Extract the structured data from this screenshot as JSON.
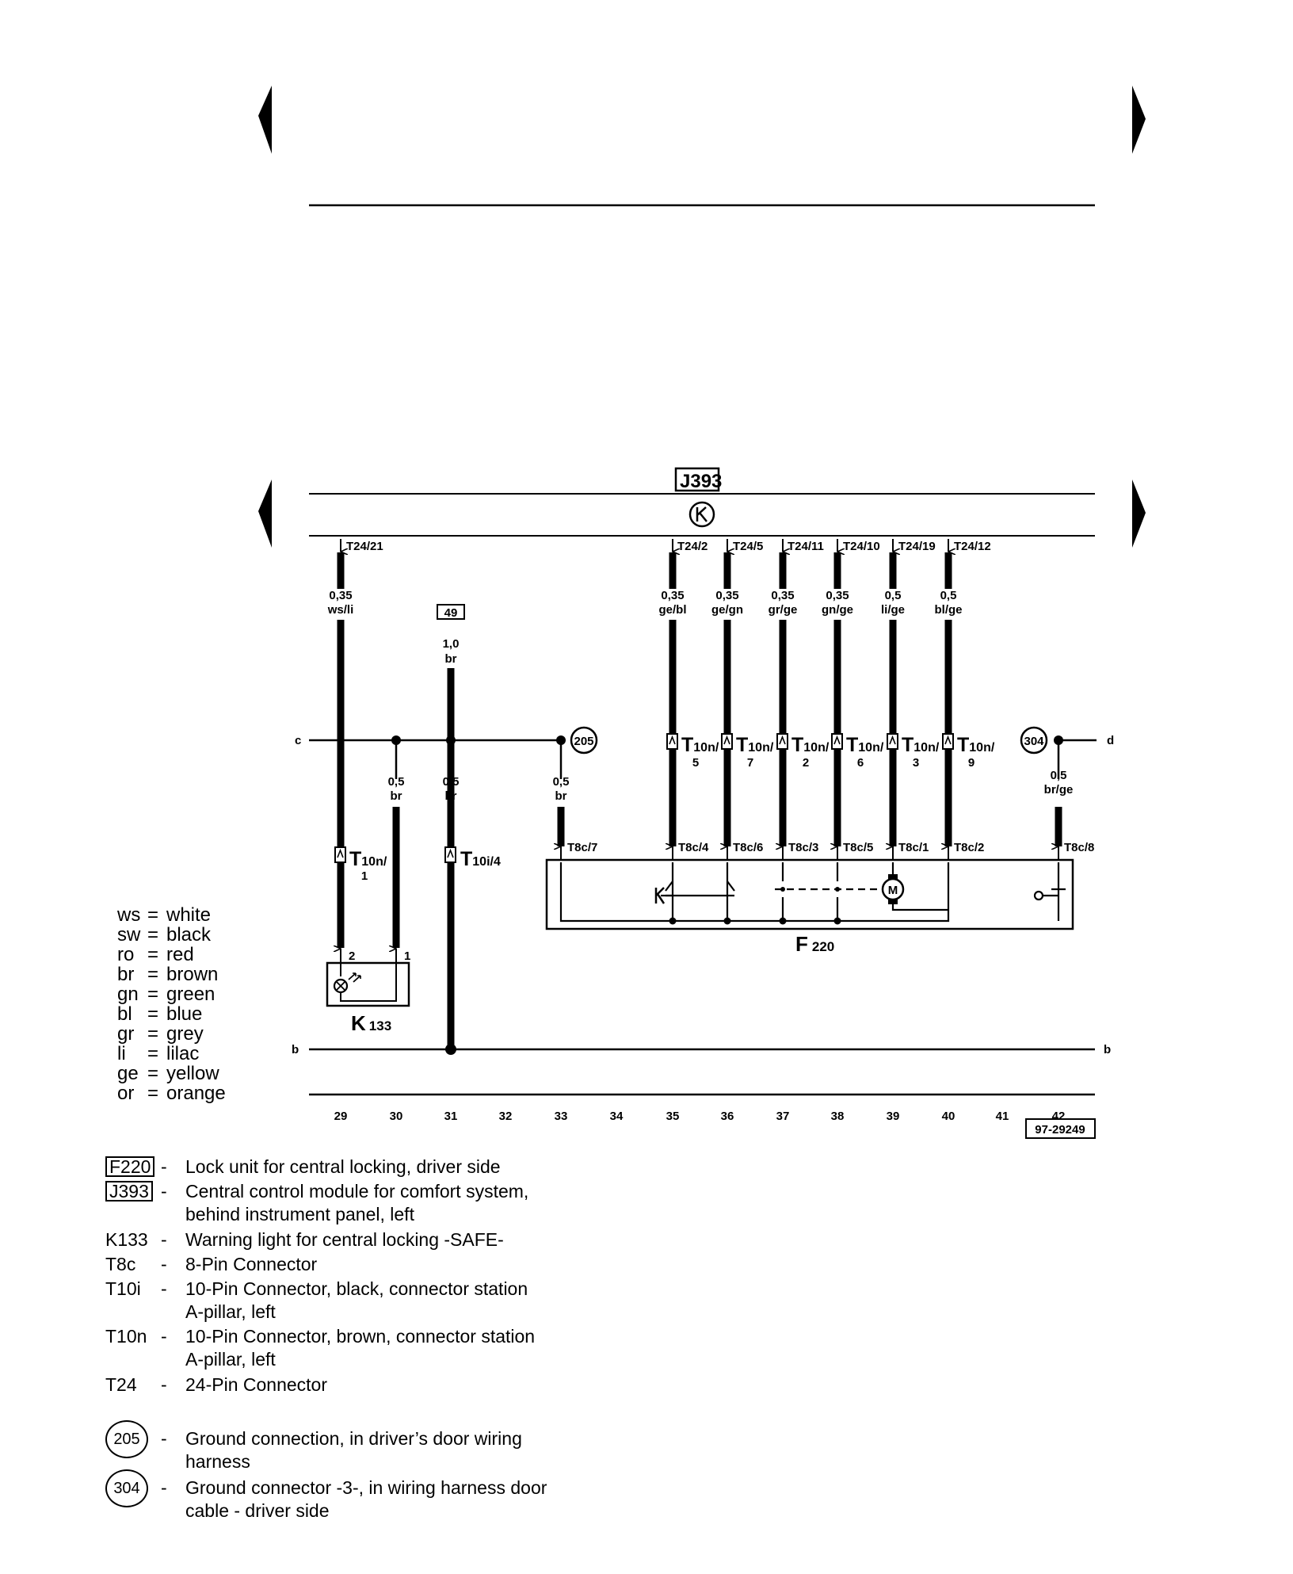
{
  "diagram": {
    "components": {
      "J393": "J393",
      "F220_a": "F",
      "F220_b": "220",
      "K133_a": "K",
      "K133_b": "133",
      "box49": "49",
      "ref": "97-29249",
      "motor": "M"
    },
    "grounds": {
      "g205": "205",
      "g304": "304"
    },
    "edge_labels": {
      "c": "c",
      "d": "d",
      "b": "b"
    },
    "t24": [
      "T24/21",
      "T24/2",
      "T24/5",
      "T24/11",
      "T24/10",
      "T24/19",
      "T24/12"
    ],
    "wires": {
      "w29": {
        "size": "0,35",
        "color": "ws/li"
      },
      "w31": {
        "size": "1,0",
        "color": "br"
      },
      "w35": {
        "size": "0,35",
        "color": "ge/bl"
      },
      "w36": {
        "size": "0,35",
        "color": "ge/gn"
      },
      "w37": {
        "size": "0,35",
        "color": "gr/ge"
      },
      "w38": {
        "size": "0,35",
        "color": "gn/ge"
      },
      "w39": {
        "size": "0,5",
        "color": "li/ge"
      },
      "w40": {
        "size": "0,5",
        "color": "bl/ge"
      },
      "w30b": {
        "size": "0,5",
        "color": "br"
      },
      "w31b": {
        "size": "0,5",
        "color": "br"
      },
      "w33b": {
        "size": "0,5",
        "color": "br"
      },
      "w42b": {
        "size": "0,5",
        "color": "br/ge"
      }
    },
    "t10n": {
      "main": "T",
      "sub": "10n/",
      "pins": {
        "c29": "1",
        "c35": "5",
        "c36": "7",
        "c37": "2",
        "c38": "6",
        "c39": "3",
        "c40": "9"
      }
    },
    "t10i": {
      "main": "T",
      "sub": "10i/4"
    },
    "t8c": [
      "T8c/7",
      "T8c/4",
      "T8c/6",
      "T8c/3",
      "T8c/5",
      "T8c/1",
      "T8c/2",
      "T8c/8"
    ],
    "k133_pins": {
      "p2": "2",
      "p1": "1"
    },
    "columns": [
      "29",
      "30",
      "31",
      "32",
      "33",
      "34",
      "35",
      "36",
      "37",
      "38",
      "39",
      "40",
      "41",
      "42"
    ]
  },
  "color_codes": [
    {
      "code": "ws",
      "eq": "=",
      "name": "white"
    },
    {
      "code": "sw",
      "eq": "=",
      "name": "black"
    },
    {
      "code": "ro",
      "eq": "=",
      "name": "red"
    },
    {
      "code": "br",
      "eq": "=",
      "name": "brown"
    },
    {
      "code": "gn",
      "eq": "=",
      "name": "green"
    },
    {
      "code": "bl",
      "eq": "=",
      "name": "blue"
    },
    {
      "code": "gr",
      "eq": "=",
      "name": "grey"
    },
    {
      "code": "li",
      "eq": "=",
      "name": "lilac"
    },
    {
      "code": "ge",
      "eq": "=",
      "name": "yellow"
    },
    {
      "code": "or",
      "eq": "=",
      "name": "orange"
    }
  ],
  "legend": [
    {
      "key": "F220",
      "dash": "-",
      "desc": [
        "Lock unit for central locking, driver side"
      ]
    },
    {
      "key": "J393",
      "dash": "-",
      "desc": [
        "Central control module for comfort system,",
        "behind instrument panel, left"
      ]
    },
    {
      "key": "K133",
      "dash": "-",
      "desc": [
        "Warning light for central locking -SAFE-"
      ]
    },
    {
      "key": "T8c",
      "dash": "-",
      "desc": [
        "8-Pin Connector"
      ]
    },
    {
      "key": "T10i",
      "dash": "-",
      "desc": [
        "10-Pin Connector, black, connector station",
        "A-pillar, left"
      ]
    },
    {
      "key": "T10n",
      "dash": "-",
      "desc": [
        "10-Pin Connector, brown, connector station",
        "A-pillar, left"
      ]
    },
    {
      "key": "T24",
      "dash": "-",
      "desc": [
        "24-Pin Connector"
      ]
    },
    {
      "key": "205",
      "dash": "-",
      "desc": [
        "Ground connection, in driver’s door wiring",
        "harness"
      ]
    },
    {
      "key": "304",
      "dash": "-",
      "desc": [
        "Ground connector -3-, in wiring harness door",
        "cable - driver side"
      ]
    }
  ],
  "navigation": {
    "prev": "previous-page",
    "next": "next-page"
  }
}
